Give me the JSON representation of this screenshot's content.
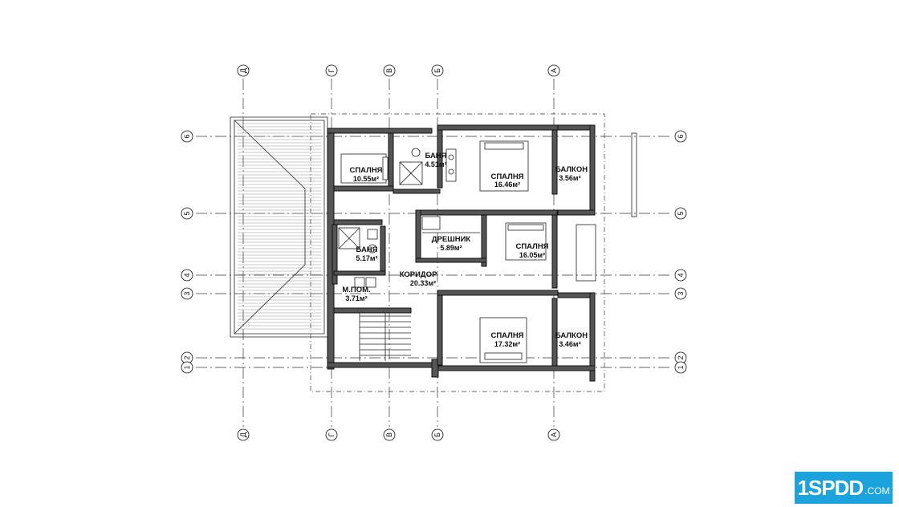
{
  "axes": {
    "vertical": [
      "Д",
      "Г",
      "В",
      "Б",
      "А"
    ],
    "horizontal": [
      "6",
      "5",
      "4",
      "3",
      "2",
      "1"
    ]
  },
  "rooms": [
    {
      "id": "bedroom-1",
      "label": "СПАЛНЯ",
      "area": "10.55м²"
    },
    {
      "id": "bath-1",
      "label": "БАНЯ",
      "area": "4.51м²"
    },
    {
      "id": "bedroom-2",
      "label": "СПАЛНЯ",
      "area": "16.46м²"
    },
    {
      "id": "balcony-1",
      "label": "БАЛКОН",
      "area": "3.56м²"
    },
    {
      "id": "wardrobe",
      "label": "ДРЕШНИК",
      "area": "5.89м²"
    },
    {
      "id": "bedroom-3",
      "label": "СПАЛНЯ",
      "area": "16.05м²"
    },
    {
      "id": "bath-2",
      "label": "БАНЯ",
      "area": "5.17м²"
    },
    {
      "id": "corridor",
      "label": "КОРИДОР",
      "area": "20.33м²"
    },
    {
      "id": "utility",
      "label": "М.ПОМ.",
      "area": "3.71м²"
    },
    {
      "id": "bedroom-4",
      "label": "СПАЛНЯ",
      "area": "17.32м²"
    },
    {
      "id": "balcony-2",
      "label": "БАЛКОН",
      "area": "3.46м²"
    }
  ],
  "watermark": {
    "main": "1SPDD",
    "suffix": ".COM",
    "color": "#1aa3dc"
  }
}
